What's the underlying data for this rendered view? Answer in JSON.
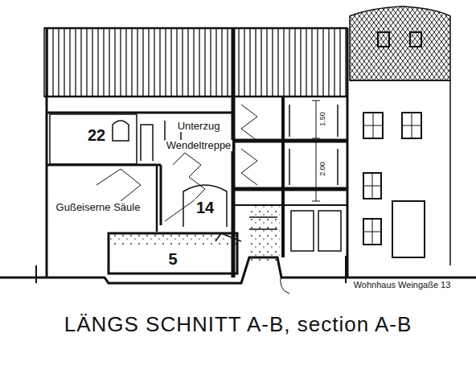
{
  "diagram": {
    "caption": "LÄNGS SCHNITT A-B, section A-B",
    "labels": [
      "22",
      "Unterzug",
      "Wendeltreppe",
      "Gußeiserne Säule",
      "14",
      "5",
      "Wohnhaus Weingaße 13",
      "1.50",
      "2.00"
    ]
  }
}
